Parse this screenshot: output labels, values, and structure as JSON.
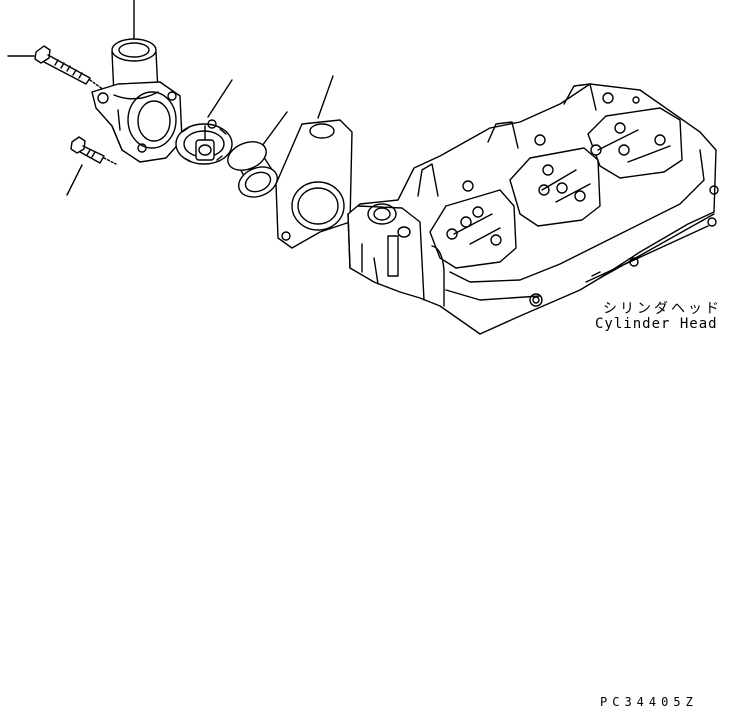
{
  "labels": {
    "cylinder_head_jp": "シリンダヘッド",
    "cylinder_head_en": "Cylinder Head"
  },
  "drawing_code": "PC34405Z",
  "parts": [
    "thermostat-housing-bolt-long",
    "thermostat-housing-bolt-short",
    "thermostat-housing",
    "thermostat",
    "thermostat-seal",
    "gasket",
    "cylinder-head"
  ]
}
